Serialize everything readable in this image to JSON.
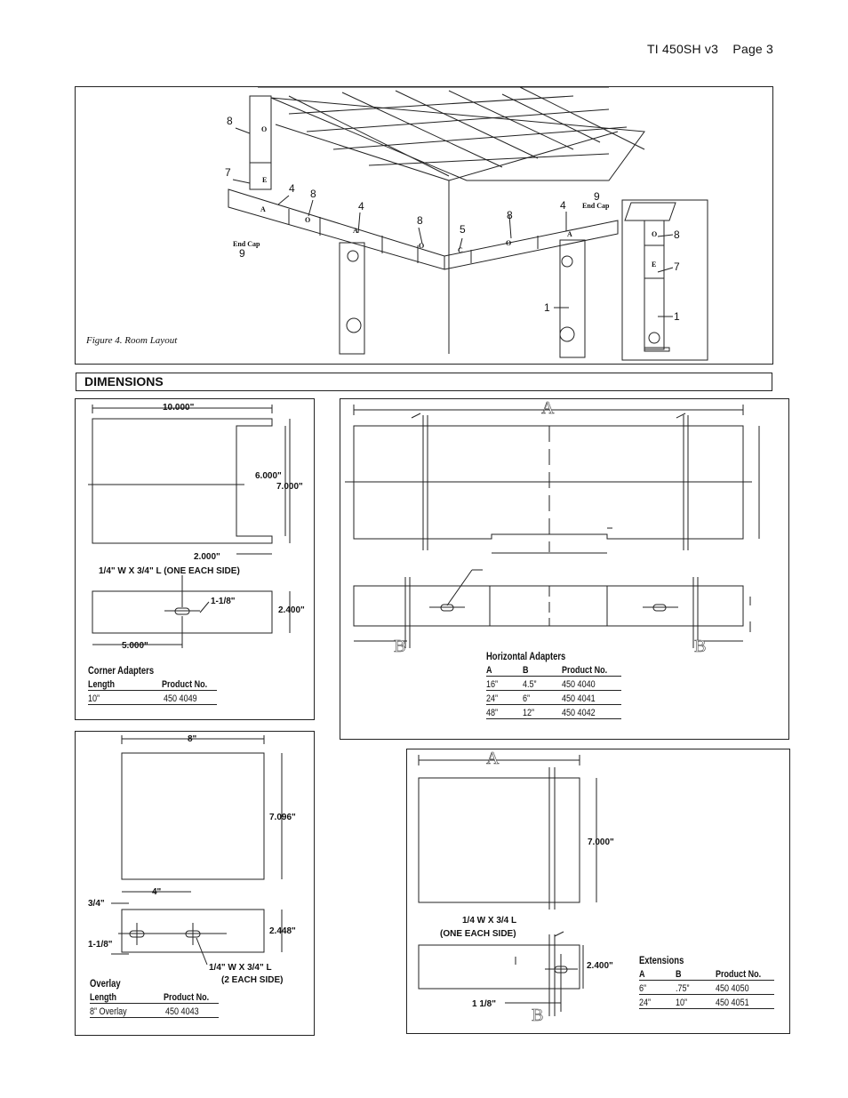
{
  "header": {
    "doc_id": "TI 450SH v3",
    "page": "Page 3"
  },
  "figure4": {
    "caption": "Figure 4. Room Layout",
    "callouts": {
      "n8": "8",
      "n7": "7",
      "n4": "4",
      "n9": "9",
      "n5": "5",
      "n1": "1",
      "letter_O": "O",
      "letter_E": "E",
      "letter_A": "A",
      "letter_C": "C",
      "end_cap": "End Cap"
    }
  },
  "section_title": "DIMENSIONS",
  "corner_adapter_drawing": {
    "width": "10.000\"",
    "inner_height": "6.000\"",
    "height": "7.000\"",
    "lip": "2.000\"",
    "slot_note": "1/4\" W X 3/4\" L (ONE EACH SIDE)",
    "slot_offset": "1-1/8\"",
    "depth": "2.400\"",
    "slot_position": "5.000\""
  },
  "corner_adapters": {
    "title": "Corner Adapters",
    "headers": [
      "Length",
      "Product No."
    ],
    "rows": [
      [
        "10”",
        "450 4049"
      ]
    ]
  },
  "horizontal_drawing": {
    "label_a": "A",
    "label_b": "B"
  },
  "horizontal_adapters": {
    "title": "Horizontal Adapters",
    "headers": [
      "A",
      "B",
      "Product No."
    ],
    "rows": [
      [
        "16”",
        "4.5”",
        "450 4040"
      ],
      [
        "24”",
        "6”",
        "450 4041"
      ],
      [
        "48”",
        "12”",
        "450 4042"
      ]
    ]
  },
  "overlay_drawing": {
    "width": "8\"",
    "height": "7.096\"",
    "slot_spacing": "4\"",
    "slot_edge": "3/4\"",
    "slot_offset": "1-1/8\"",
    "depth": "2.448\"",
    "slot_note_1": "1/4\" W X 3/4\" L",
    "slot_note_2": "(2 EACH SIDE)"
  },
  "overlay": {
    "title": "Overlay",
    "headers": [
      "Length",
      "Product No."
    ],
    "rows": [
      [
        "8” Overlay",
        "450 4043"
      ]
    ]
  },
  "extension_drawing": {
    "label_a": "A",
    "label_b": "B",
    "height": "7.000\"",
    "slot_note_1": "1/4 W X 3/4 L",
    "slot_note_2": "(ONE EACH SIDE)",
    "depth": "2.400\"",
    "slot_offset": "1 1/8\""
  },
  "extensions": {
    "title": "Extensions",
    "headers": [
      "A",
      "B",
      "Product No."
    ],
    "rows": [
      [
        "6”",
        ".75”",
        "450 4050"
      ],
      [
        "24”",
        "10”",
        "450 4051"
      ]
    ]
  }
}
